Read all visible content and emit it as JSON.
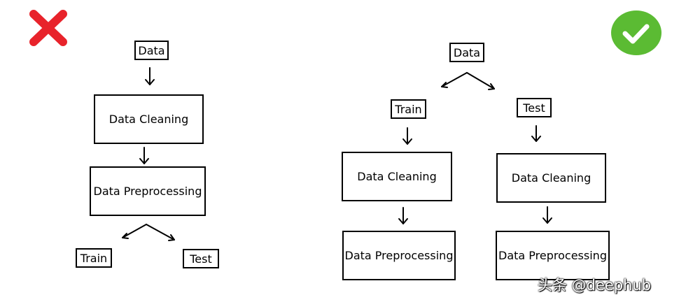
{
  "left_panel": {
    "status_icon": "x-mark-icon",
    "data": "Data",
    "cleaning": "Data Cleaning",
    "preprocessing": "Data Preprocessing",
    "train": "Train",
    "test": "Test"
  },
  "right_panel": {
    "status_icon": "check-mark-icon",
    "data": "Data",
    "train": "Train",
    "test": "Test",
    "train_cleaning": "Data Cleaning",
    "train_preprocessing": "Data Preprocessing",
    "test_cleaning": "Data Cleaning",
    "test_preprocessing": "Data Preprocessing"
  },
  "watermark": "头条 @deephub",
  "colors": {
    "wrong": "#e8232b",
    "right": "#5bbb33",
    "ink": "#000000"
  }
}
